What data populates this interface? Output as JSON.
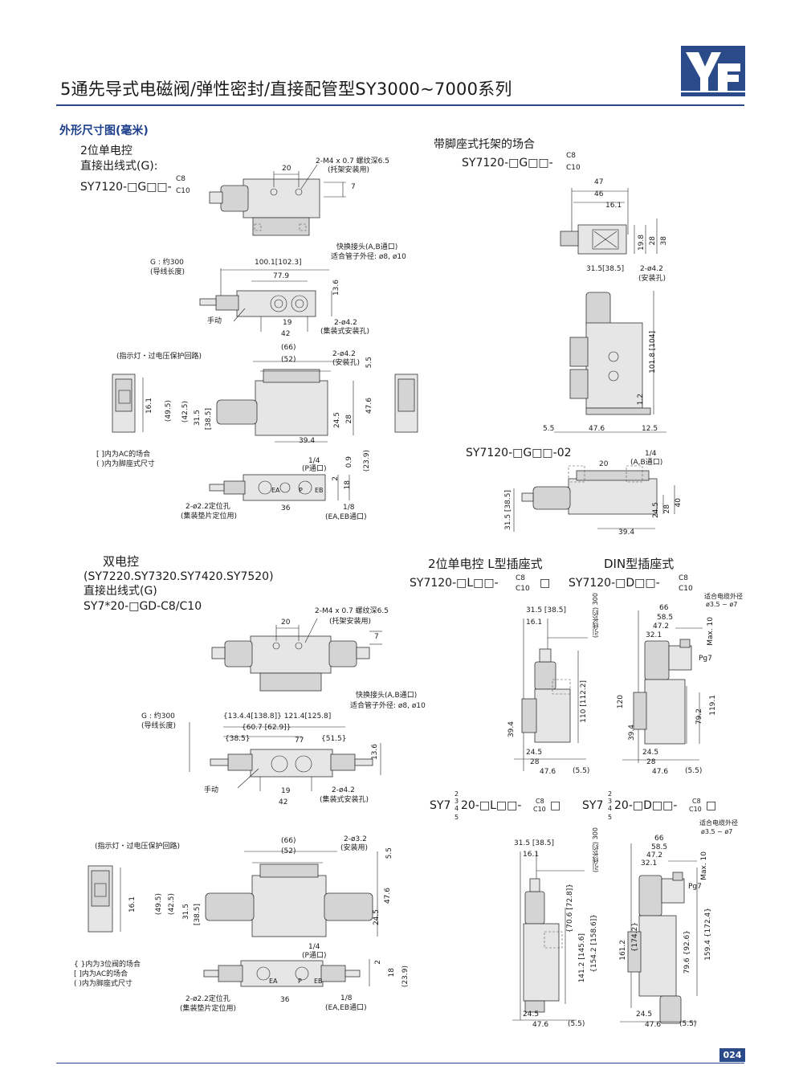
{
  "header": {
    "title": "5通先导式电磁阀/弹性密封/直接配管型SY3000~7000系列",
    "section": "外形尺寸图(毫米)",
    "logo_text": "YF",
    "page_number": "024"
  },
  "block1": {
    "cap1": "2位单电控",
    "cap2": "直接出线式(G):",
    "model": "SY7120-□G□□-",
    "model_sup": "C8",
    "model_sub": "C10",
    "note_thread": "2-M4 x 0.7 螺纹深6.5",
    "note_thread2": "(托架安装用)",
    "d20": "20",
    "d7": "7",
    "note_fitting": "快换接头(A,B通口)",
    "note_fitting2": "适合管子外径: ø8, ø10",
    "lead": "G : 约300",
    "lead2": "(导线长度)",
    "d100": "100.1[102.3]",
    "d779": "77.9",
    "d136": "13.6",
    "manual": "手动",
    "d19": "19",
    "d42": "42",
    "hole": "2-ø4.2",
    "hole2": "(集装式安装孔)",
    "led": "(指示灯・过电压保护回路)",
    "d66": "(66)",
    "d52": "(52)",
    "hole3": "2-ø4.2",
    "hole3b": "(安装孔)",
    "d55": "5.5",
    "d161": "16.1",
    "d495": "(49.5)",
    "d425": "(42.5)",
    "d315": "31.5",
    "d385": "[38.5]",
    "d245": "24.5",
    "d28": "28",
    "d476": "47.6",
    "d394": "39.4",
    "note_ac": "[  ]内为AC的场合",
    "note_foot": "(  )内为脚座式尺寸",
    "d14": "1/4",
    "p_port": "(P通口)",
    "d09": "0.9",
    "d239": "(23.9)",
    "d2": "2",
    "d18": "18",
    "pin": "2-ø2.2定位孔",
    "pin2": "(集装垫片定位用)",
    "d36": "36",
    "d18b": "1/8",
    "eaeb": "(EA,EB通口)",
    "ea": "EA",
    "p": "P",
    "eb": "EB"
  },
  "block2": {
    "cap": "带脚座式托架的场合",
    "model": "SY7120-□G□□-",
    "model_sup": "C8",
    "model_sub": "C10",
    "d47": "47",
    "d46": "46",
    "d161": "16.1",
    "d198": "19.8",
    "d28": "28",
    "d38": "38",
    "d315": "31.5[38.5]",
    "hole": "2-ø4.2",
    "hole2": "(安装孔)",
    "d1018": "101.8 [104]",
    "d12": "1.2",
    "d55": "5.5",
    "d476": "47.6",
    "d125": "12.5",
    "model2": "SY7120-□G□□-02",
    "d14": "1/4",
    "abport": "(A,B通口)",
    "d20": "20",
    "d315b": "31.5 [38.5]",
    "d245": "24.5",
    "d28b": "28",
    "d40": "40",
    "d394": "39.4"
  },
  "block3": {
    "cap1": "双电控",
    "cap2": "(SY7220.SY7320.SY7420.SY7520)",
    "cap3": "直接出线式(G)",
    "cap4": "SY7*20-□GD-C8/C10",
    "note_thread": "2-M4 x 0.7 螺纹深6.5",
    "note_thread2": "(托架安装用)",
    "d20": "20",
    "d7": "7",
    "note_fitting": "快换接头(A,B通口)",
    "note_fitting2": "适合管子外径: ø8, ø10",
    "lead": "G : 约300",
    "lead2": "(导线长度)",
    "d134": "{13.4.4[138.8]} 121.4[125.8]",
    "d607": "{60.7 [62.9]}",
    "d385": "{38.5}",
    "d77": "77",
    "d515": "{51.5}",
    "d136": "13.6",
    "manual": "手动",
    "d19": "19",
    "d42": "42",
    "hole": "2-ø4.2",
    "hole2": "(集装式安装孔)",
    "led": "(指示灯・过电压保护回路)",
    "d66": "(66)",
    "d52": "(52)",
    "hole3": "2-ø3.2",
    "hole3b": "(安装用)",
    "d55": "5.5",
    "d161": "16.1",
    "d495": "(49.5)",
    "d425": "(42.5)",
    "d315": "31.5",
    "d385b": "[38.5]",
    "d245": "24.5",
    "d476": "47.6",
    "note_3pos": "{  }内为3位阀的场合",
    "note_ac": "[  ]内为AC的场合",
    "note_foot": "(  )内为脚座式尺寸",
    "d14": "1/4",
    "p_port": "(P通口)",
    "d2": "2",
    "d18": "18",
    "d239": "(23.9)",
    "pin": "2-ø2.2定位孔",
    "pin2": "(集装垫片定位用)",
    "d36": "36",
    "d18b": "1/8",
    "eaeb": "(EA,EB通口)",
    "ea": "EA",
    "p": "P",
    "eb": "EB"
  },
  "block4": {
    "cap_a": "2位单电控  L型插座式",
    "cap_b": "DIN型插座式",
    "model_l": "SY7120-□L□□-",
    "model_l_sup": "C8",
    "model_l_sub": "C10",
    "model_l_box": "□",
    "model_d": "SY7120-□D□□-",
    "model_d_sup": "C8",
    "model_d_sub": "C10",
    "l_d315": "31.5 [38.5]",
    "l_d161": "16.1",
    "l_lead": "(引线长约) 300",
    "l_d110": "110 [112.2]",
    "l_d394": "39.4",
    "l_d245": "24.5",
    "l_d28": "28",
    "l_d476": "47.6",
    "l_d55": "(5.5)",
    "d_cable": "适合电缆外径",
    "d_cable2": "ø3.5 ~ ø7",
    "d_d66": "66",
    "d_d585": "58.5",
    "d_d472": "47.2",
    "d_d321": "32.1",
    "d_max10": "Max. 10",
    "d_pg7": "Pg7",
    "d_d120": "120",
    "d_d1191": "119.1",
    "d_d792": "79.2",
    "d_d394": "39.4",
    "d_d245": "24.5",
    "d_d28": "28",
    "d_d476": "47.6",
    "d_d55": "(5.5)"
  },
  "block5": {
    "model_l_a": "SY7",
    "model_l_stack_top": "2",
    "model_l_stack_mid": "3",
    "model_l_stack_mid2": "4",
    "model_l_stack_bot": "5",
    "model_l_b": "20-□L□□-",
    "model_l_sup": "C8",
    "model_l_sub": "C10",
    "model_l_box": "□",
    "model_d_a": "SY7",
    "model_d_stack_top": "2",
    "model_d_stack_mid": "3",
    "model_d_stack_mid2": "4",
    "model_d_stack_bot": "5",
    "model_d_b": "20-□D□□-",
    "model_d_sup": "C8",
    "model_d_sub": "C10",
    "model_d_box": "□",
    "l_d315": "31.5 [38.5]",
    "l_d161": "16.1",
    "l_lead": "(引线长约) 300",
    "l_d706": "{70.6 [72.8]}",
    "l_d1412": "141.2 [145.6]",
    "l_d1542": "{154.2 [158.6]}",
    "l_d245": "24.5",
    "l_d476": "47.6",
    "l_d55": "(5.5)",
    "d_cable": "适合电缆外径",
    "d_cable2": "ø3.5 ~ ø7",
    "d_d66": "66",
    "d_d585": "58.5",
    "d_d472": "47.2",
    "d_d321": "32.1",
    "d_max10": "Max. 10",
    "d_pg7": "Pg7",
    "d_d1612": "161.2",
    "d_d1742": "{174.2}",
    "d_d1594": "159.4 {172.4}",
    "d_d796": "79.6 {92.6}",
    "d_d245": "24.5",
    "d_d476": "47.6",
    "d_d55": "(5.5)"
  },
  "colors": {
    "brand": "#2b4a8a",
    "section": "#1d3f8c"
  }
}
